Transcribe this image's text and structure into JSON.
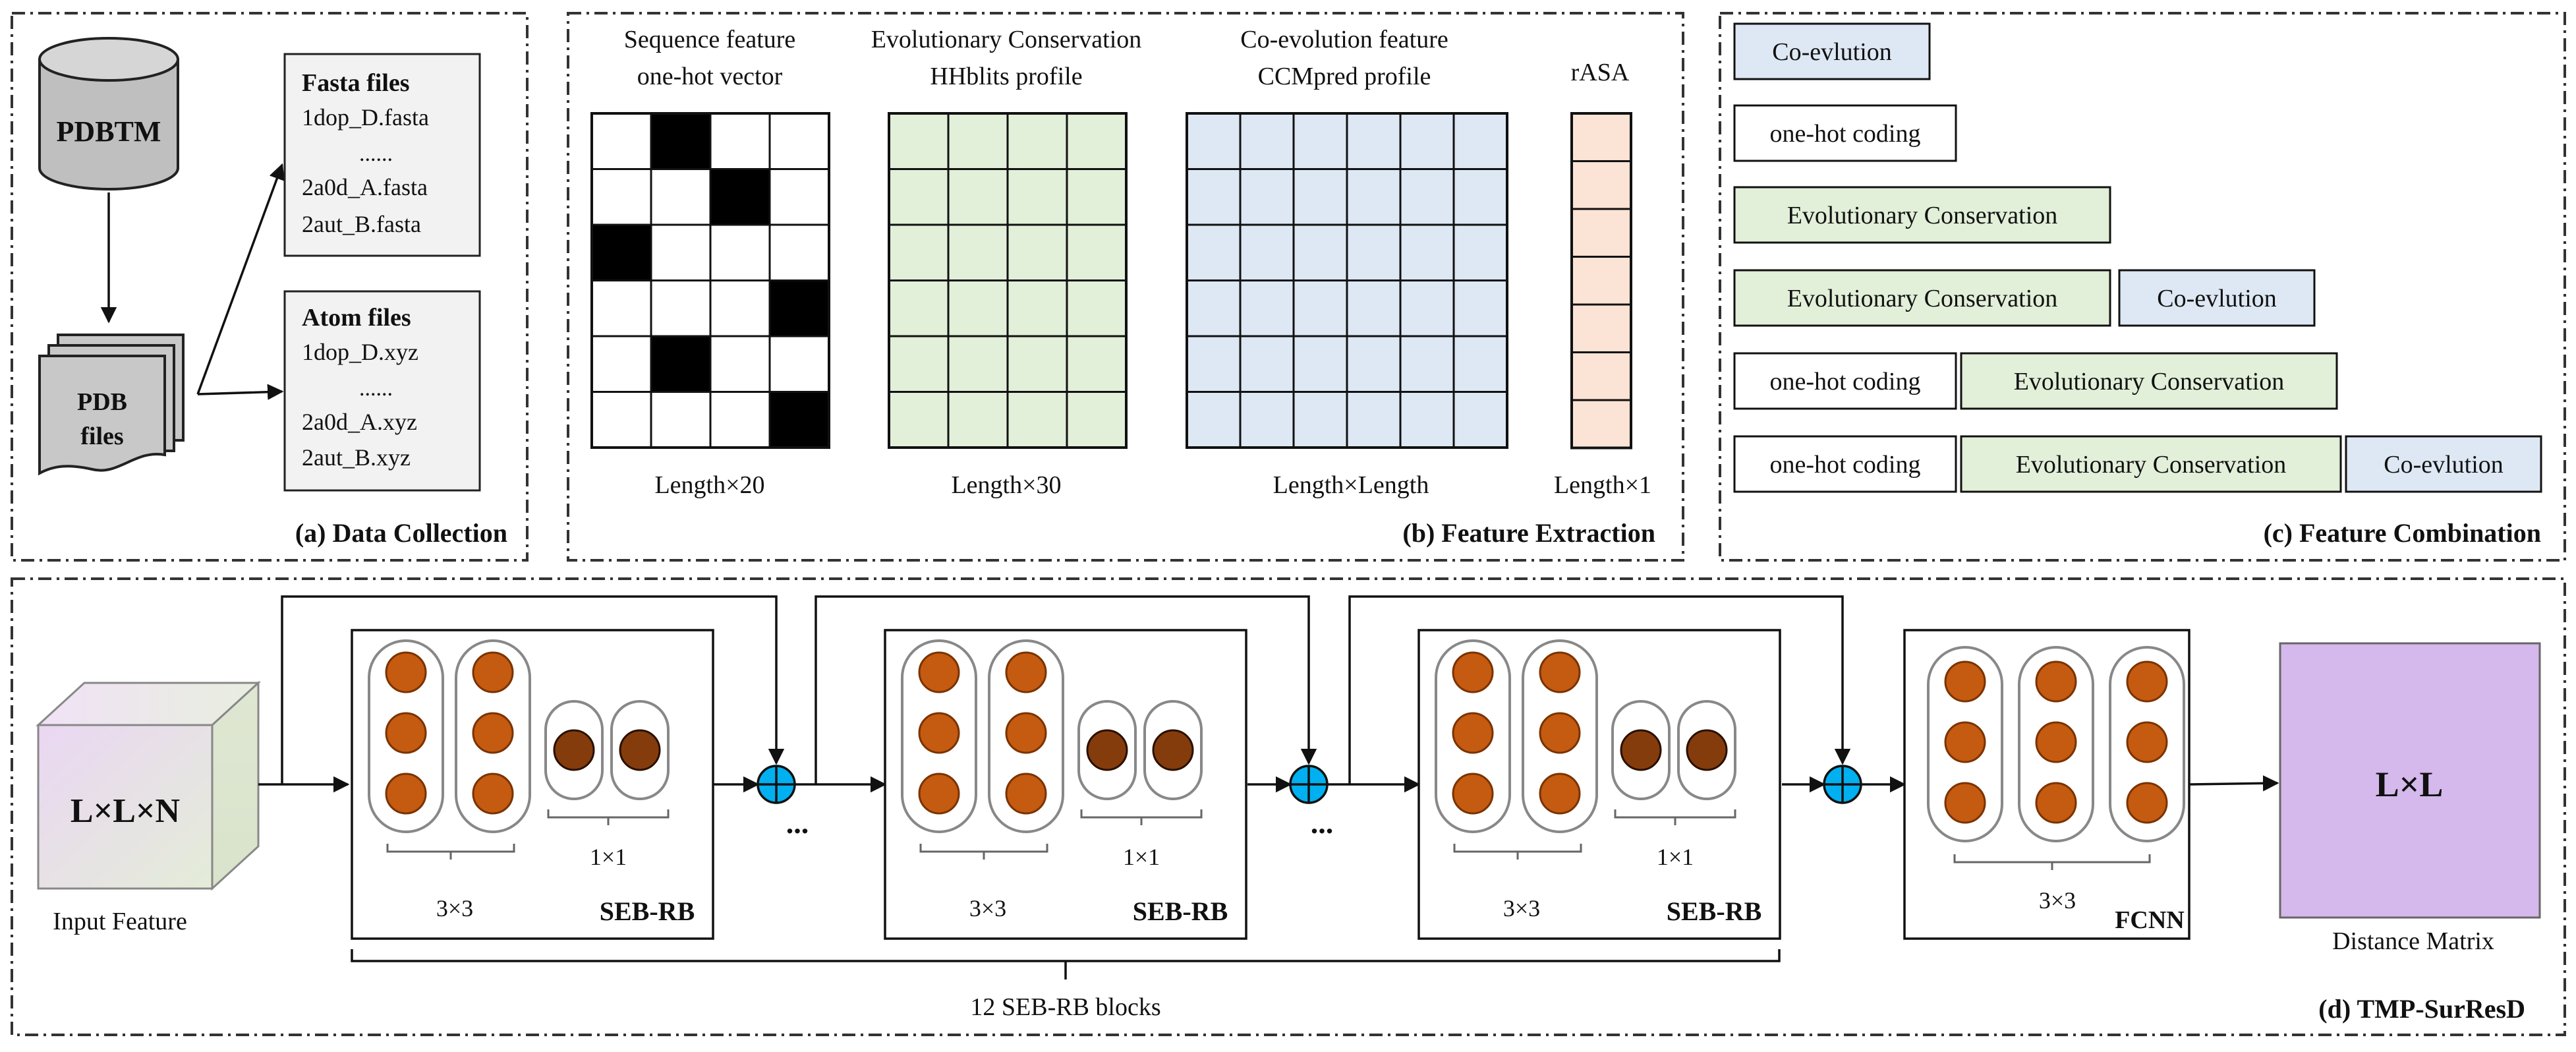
{
  "panels": {
    "a": "(a) Data Collection",
    "b": "(b) Feature Extraction",
    "c": "(c) Feature Combination",
    "d": "(d) TMP-SurResD"
  },
  "data_collection": {
    "database": "PDBTM",
    "pdb_files": [
      "PDB",
      "files"
    ],
    "fasta": {
      "title": "Fasta files",
      "lines": [
        "1dop_D.fasta",
        "......",
        "2a0d_A.fasta",
        "2aut_B.fasta"
      ]
    },
    "atom": {
      "title": "Atom files",
      "lines": [
        "1dop_D.xyz",
        "......",
        "2a0d_A.xyz",
        "2aut_B.xyz"
      ]
    }
  },
  "feature_extraction": {
    "onehot": {
      "title_lines": [
        "Sequence feature",
        "one-hot vector"
      ],
      "size": "Length×20",
      "black_cells": [
        [
          0,
          1
        ],
        [
          1,
          2
        ],
        [
          2,
          0
        ],
        [
          3,
          3
        ],
        [
          4,
          1
        ],
        [
          5,
          3
        ]
      ]
    },
    "hhblits": {
      "title_lines": [
        "Evolutionary Conservation",
        "HHblits profile"
      ],
      "size": "Length×30"
    },
    "ccmpred": {
      "title_lines": [
        "Co-evolution feature",
        "CCMpred profile"
      ],
      "size": "Length×Length"
    },
    "rasa": {
      "title_lines": [
        "rASA"
      ],
      "size": "Length×1"
    }
  },
  "feature_combination": {
    "labels": {
      "coev": "Co-evlution",
      "onehot": "one-hot coding",
      "evo": "Evolutionary Conservation"
    },
    "rows": [
      [
        "coev"
      ],
      [
        "onehot"
      ],
      [
        "evo"
      ],
      [
        "evo",
        "coev"
      ],
      [
        "onehot",
        "evo"
      ],
      [
        "onehot",
        "evo",
        "coev"
      ]
    ]
  },
  "network": {
    "input_cube_label": "L×L×N",
    "input_label": "Input Feature",
    "block_label": "SEB-RB",
    "kernel_3": "3×3",
    "kernel_1": "1×1",
    "ellipsis": "...",
    "fcnn_label": "FCNN",
    "output_label": "L×L",
    "output_caption": "Distance Matrix",
    "blocks_caption": "12 SEB-RB blocks"
  },
  "colors": {
    "green": "#e2efd9",
    "blue": "#dde8f4",
    "orange_cell": "#fbe3d5",
    "node_large": "#c55a11",
    "node_small": "#843c0c",
    "adder": "#00b0f0",
    "output": "#d5b8ec"
  }
}
